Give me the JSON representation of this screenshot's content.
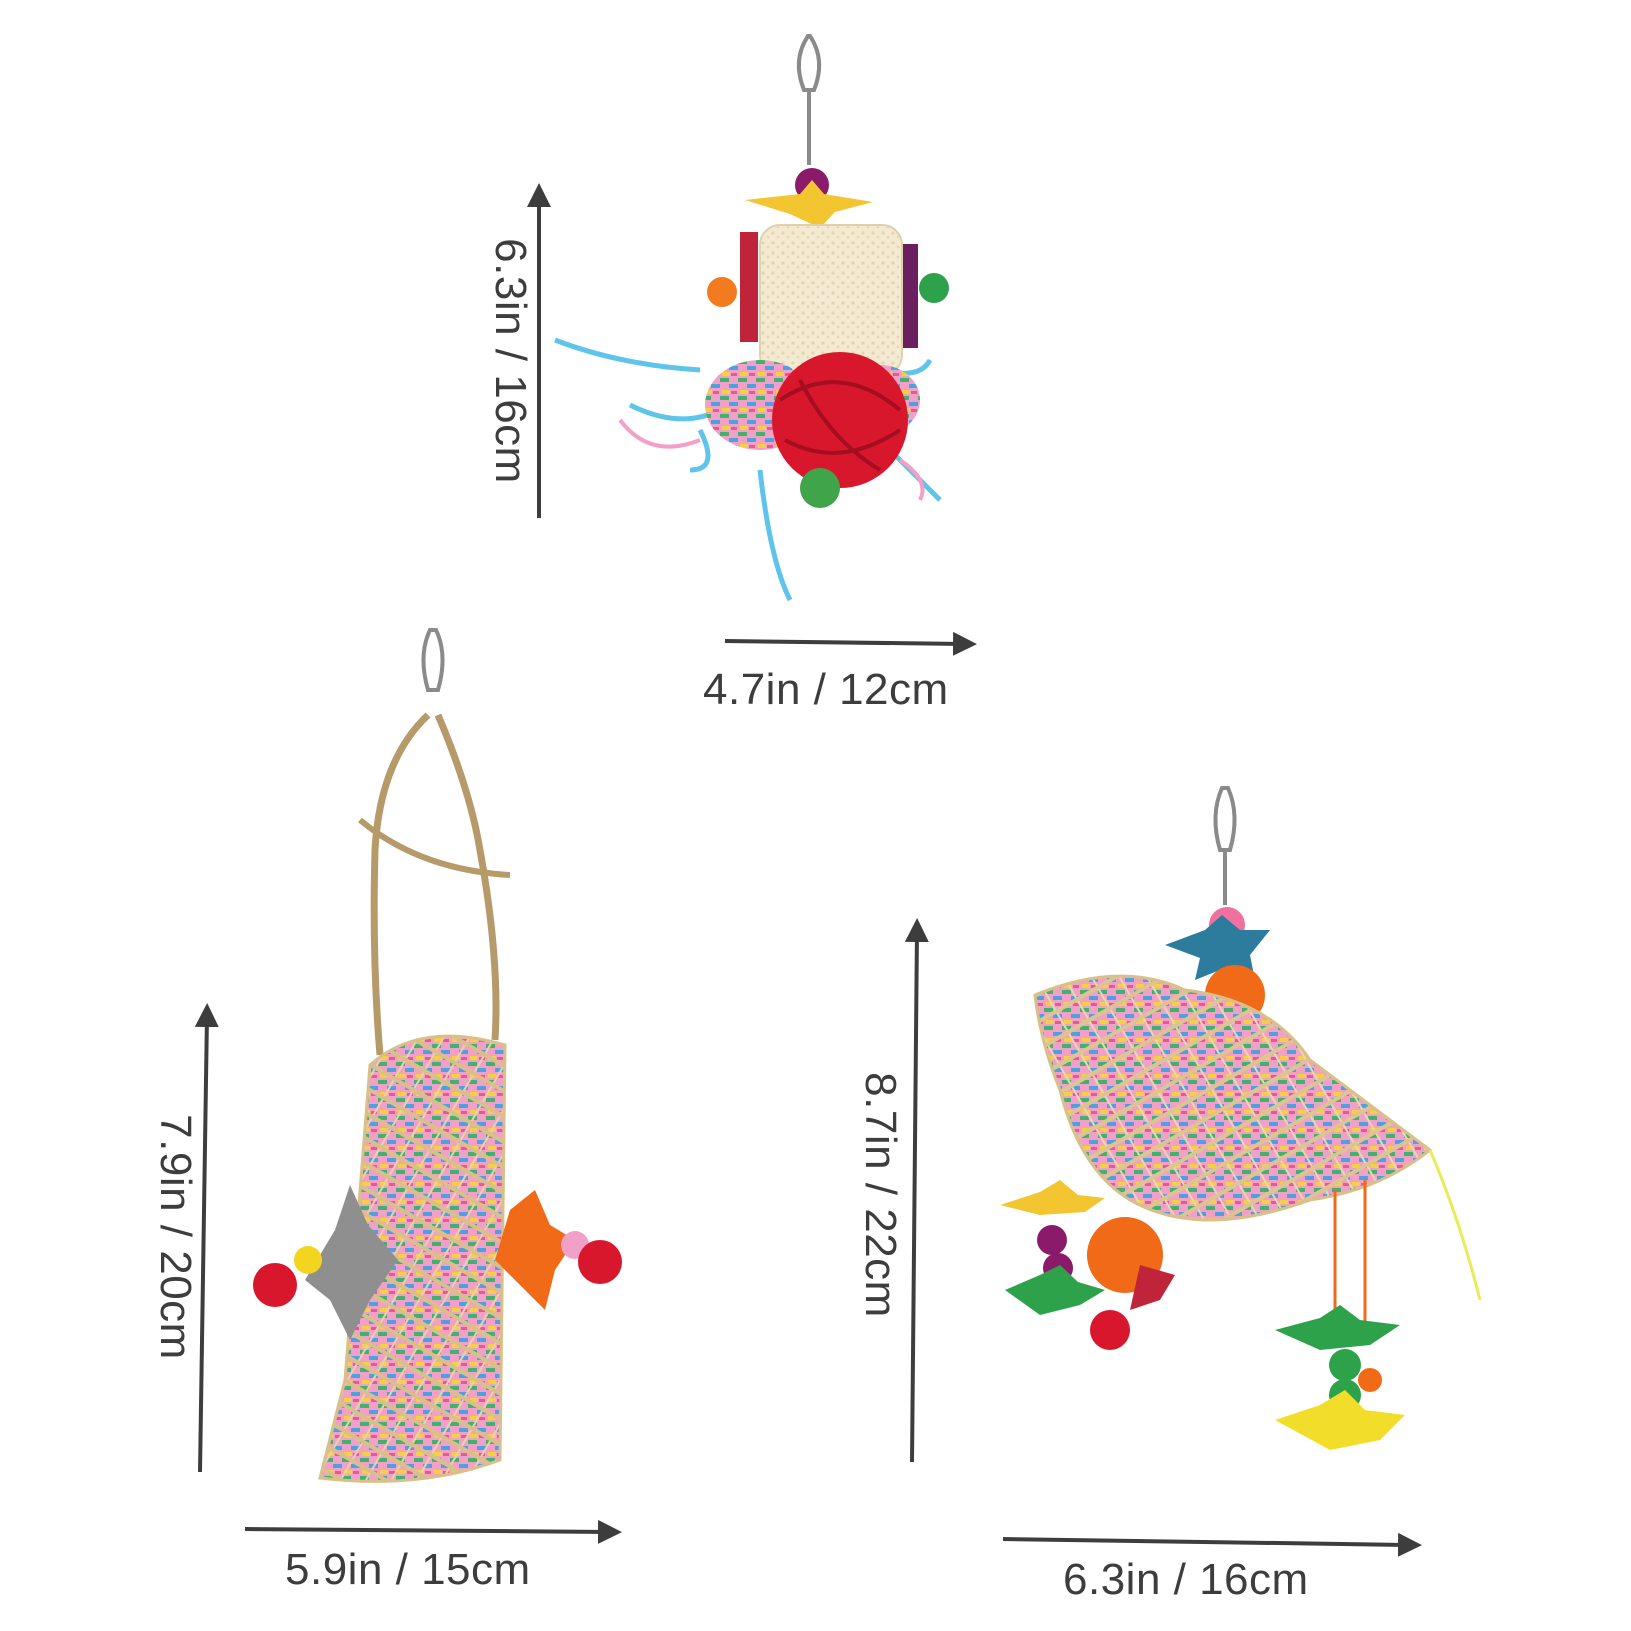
{
  "product_1": {
    "name_icon": "loofah-bird-toy-icon",
    "height_label": "6.3in / 16cm",
    "width_label": "4.7in / 12cm"
  },
  "product_2": {
    "name_icon": "woven-tube-bird-toy-icon",
    "height_label": "7.9in / 20cm",
    "width_label": "5.9in / 15cm"
  },
  "product_3": {
    "name_icon": "woven-boat-bird-toy-icon",
    "height_label": "8.7in / 22cm",
    "width_label": "6.3in / 16cm"
  },
  "colors": {
    "arrow": "#3d3d3d",
    "label": "#3d3d3d",
    "background": "#ffffff"
  }
}
